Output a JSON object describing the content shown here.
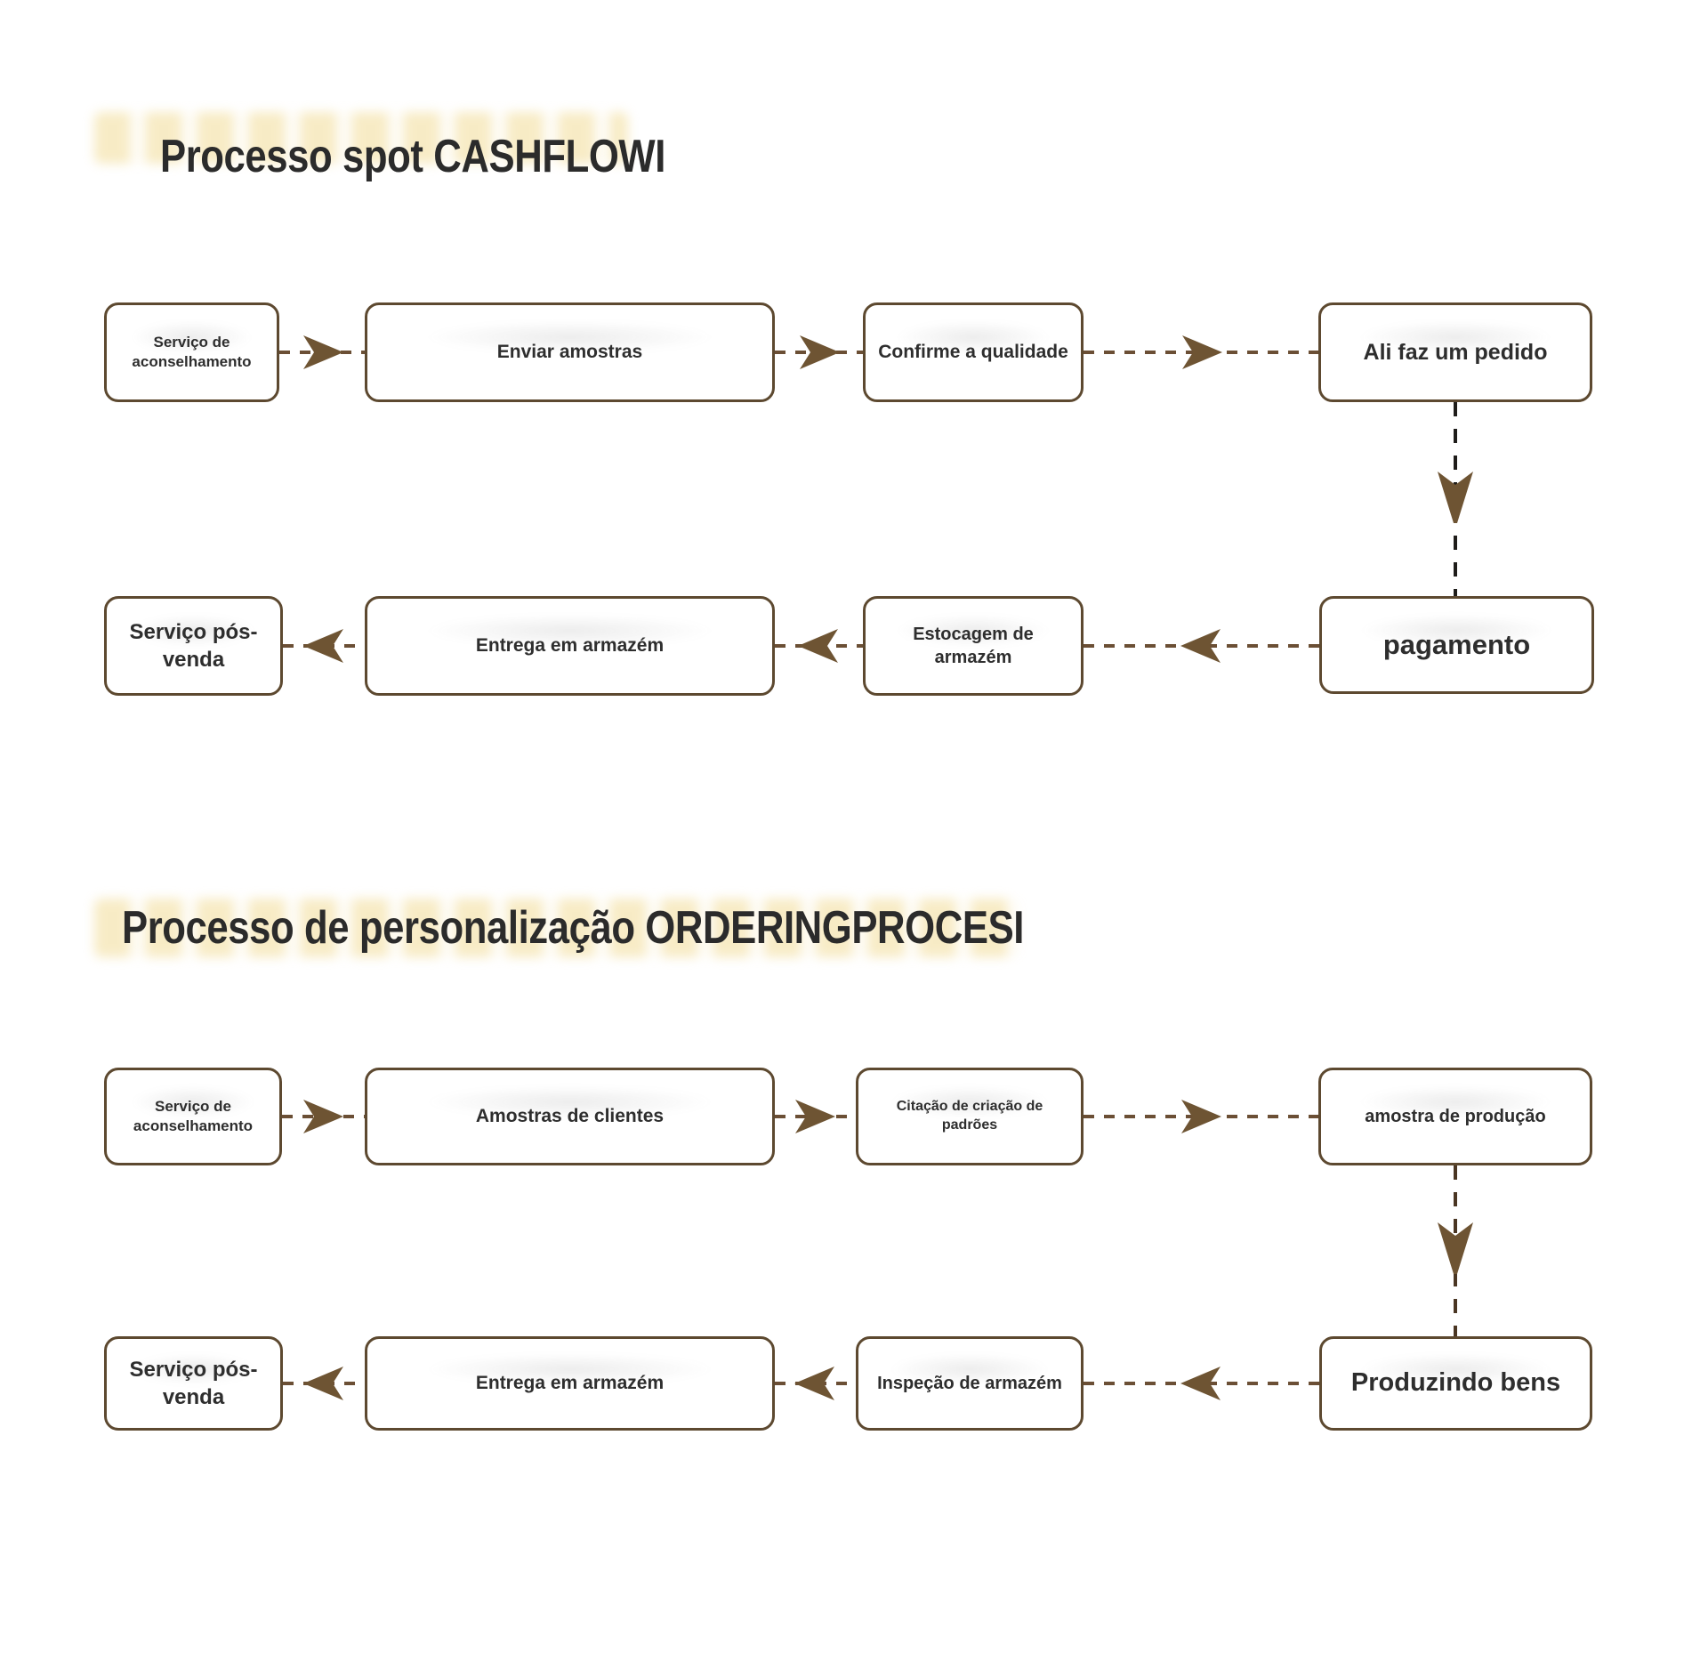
{
  "page": {
    "background": "#ffffff",
    "language": "pt"
  },
  "colors": {
    "box_border": "#5d4930",
    "arrow": "#6e5433",
    "dash": "#6b4f35",
    "vertical_dash_1": "#1f1d1a",
    "vertical_dash_2": "#4a3623",
    "text": "#2e2e2e",
    "title": "#2b2b2b",
    "ghost_watermark": "#f3dfa0"
  },
  "charts": [
    {
      "title": "Processo spot CASHFLOWI",
      "top_row_direction": "left-to-right",
      "bottom_row_direction": "right-to-left",
      "top_row": [
        "Serviço de aconselhamento",
        "Enviar amostras",
        "Confirme a qualidade",
        "Ali faz um pedido"
      ],
      "bottom_row": [
        "Serviço pós-venda",
        "Entrega em armazém",
        "Estocagem de armazém",
        "pagamento"
      ]
    },
    {
      "title": "Processo de personalização ORDERINGPROCESI",
      "top_row_direction": "left-to-right",
      "bottom_row_direction": "right-to-left",
      "top_row": [
        "Serviço de aconselhamento",
        "Amostras de clientes",
        "Citação de criação de padrões",
        "amostra de produção"
      ],
      "bottom_row": [
        "Serviço pós-venda",
        "Entrega em armazém",
        "Inspeção de armazém",
        "Produzindo bens"
      ]
    }
  ]
}
